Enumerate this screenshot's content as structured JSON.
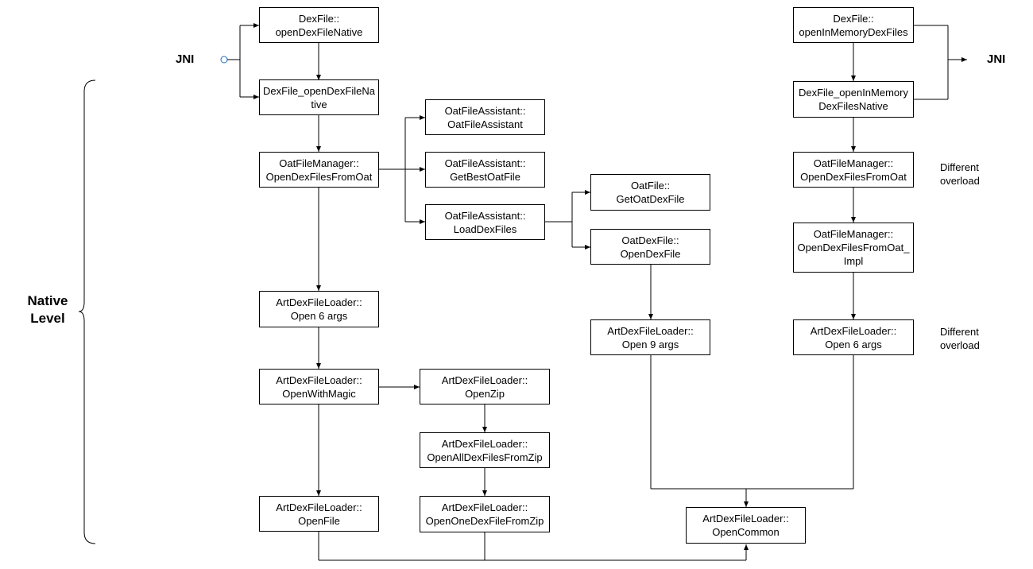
{
  "jni_left": "JNI",
  "jni_right": "JNI",
  "native_level": [
    "Native",
    "Level"
  ],
  "notes": {
    "different_overload_1": [
      "Different",
      "overload"
    ],
    "different_overload_2": [
      "Different",
      "overload"
    ]
  },
  "nodes": {
    "dexfile_open_native": [
      "DexFile::",
      "openDexFileNative"
    ],
    "dexfile_open_native_jni": [
      "DexFile_openDexFileNa",
      "tive"
    ],
    "oatfilemanager_open_from_oat": [
      "OatFileManager::",
      "OpenDexFilesFromOat"
    ],
    "oatfileassistant_ctor": [
      "OatFileAssistant::",
      "OatFileAssistant"
    ],
    "oatfileassistant_getbest": [
      "OatFileAssistant::",
      "GetBestOatFile"
    ],
    "oatfileassistant_load": [
      "OatFileAssistant::",
      "LoadDexFiles"
    ],
    "oatfile_getoatdexfile": [
      "OatFile::",
      "GetOatDexFile"
    ],
    "oatdexfile_opendexfile": [
      "OatDexFile::",
      "OpenDexFile"
    ],
    "artdex_open6_left": [
      "ArtDexFileLoader::",
      "Open 6 args"
    ],
    "artdex_openwithmagic": [
      "ArtDexFileLoader::",
      "OpenWithMagic"
    ],
    "artdex_openzip": [
      "ArtDexFileLoader::",
      "OpenZip"
    ],
    "artdex_openall": [
      "ArtDexFileLoader::",
      "OpenAllDexFilesFromZip"
    ],
    "artdex_openfile": [
      "ArtDexFileLoader::",
      "OpenFile"
    ],
    "artdex_openone": [
      "ArtDexFileLoader::",
      "OpenOneDexFileFromZip"
    ],
    "artdex_open9": [
      "ArtDexFileLoader::",
      "Open 9 args"
    ],
    "artdex_opencommon": [
      "ArtDexFileLoader::",
      "OpenCommon"
    ],
    "dexfile_openinmemory": [
      "DexFile::",
      "openInMemoryDexFiles"
    ],
    "dexfile_openinmemory_native": [
      "DexFile_openInMemory",
      "DexFilesNative"
    ],
    "oatfilemanager_open_from_oat_r": [
      "OatFileManager::",
      "OpenDexFilesFromOat"
    ],
    "oatfilemanager_open_from_oat_impl": [
      "OatFileManager::",
      "OpenDexFilesFromOat_",
      "Impl"
    ],
    "artdex_open6_right": [
      "ArtDexFileLoader::",
      "Open 6 args"
    ]
  }
}
